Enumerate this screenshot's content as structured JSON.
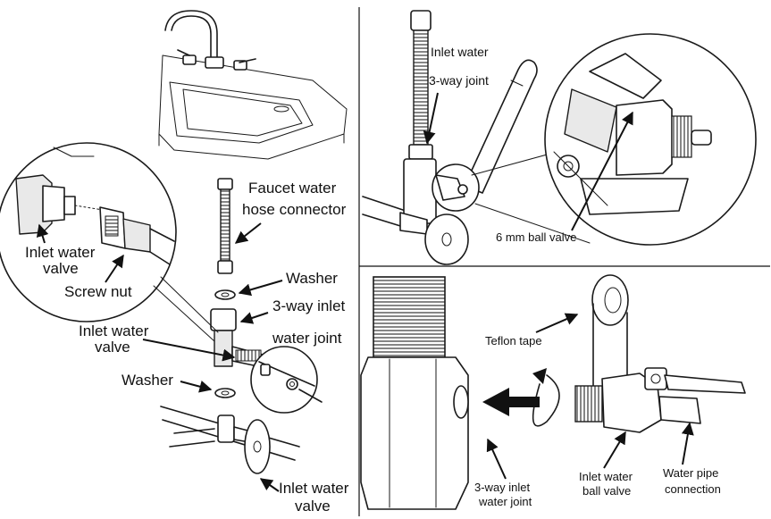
{
  "left_panel": {
    "labels": {
      "faucet_hose_connector": [
        "Faucet water",
        "hose connector"
      ],
      "washer_top": "Washer",
      "three_way_inlet_joint": [
        "3-way inlet",
        "water joint"
      ],
      "inlet_valve_zoom": [
        "Inlet water",
        "valve"
      ],
      "screw_nut": "Screw nut",
      "inlet_valve_mid": [
        "Inlet water",
        "valve"
      ],
      "washer_bottom": "Washer",
      "inlet_valve_bottom": [
        "Inlet water",
        "valve"
      ]
    }
  },
  "top_right_panel": {
    "labels": {
      "inlet_water": "Inlet water",
      "three_way_joint": "3-way joint",
      "ball_valve": "6 mm ball valve"
    }
  },
  "bottom_right_panel": {
    "labels": {
      "teflon_tape": "Teflon tape",
      "three_way_inlet_water_joint": [
        "3-way inlet",
        "water joint"
      ],
      "inlet_water_ball_valve": [
        "Inlet water",
        "ball valve"
      ],
      "water_pipe_connection": [
        "Water pipe",
        "connection"
      ]
    }
  }
}
